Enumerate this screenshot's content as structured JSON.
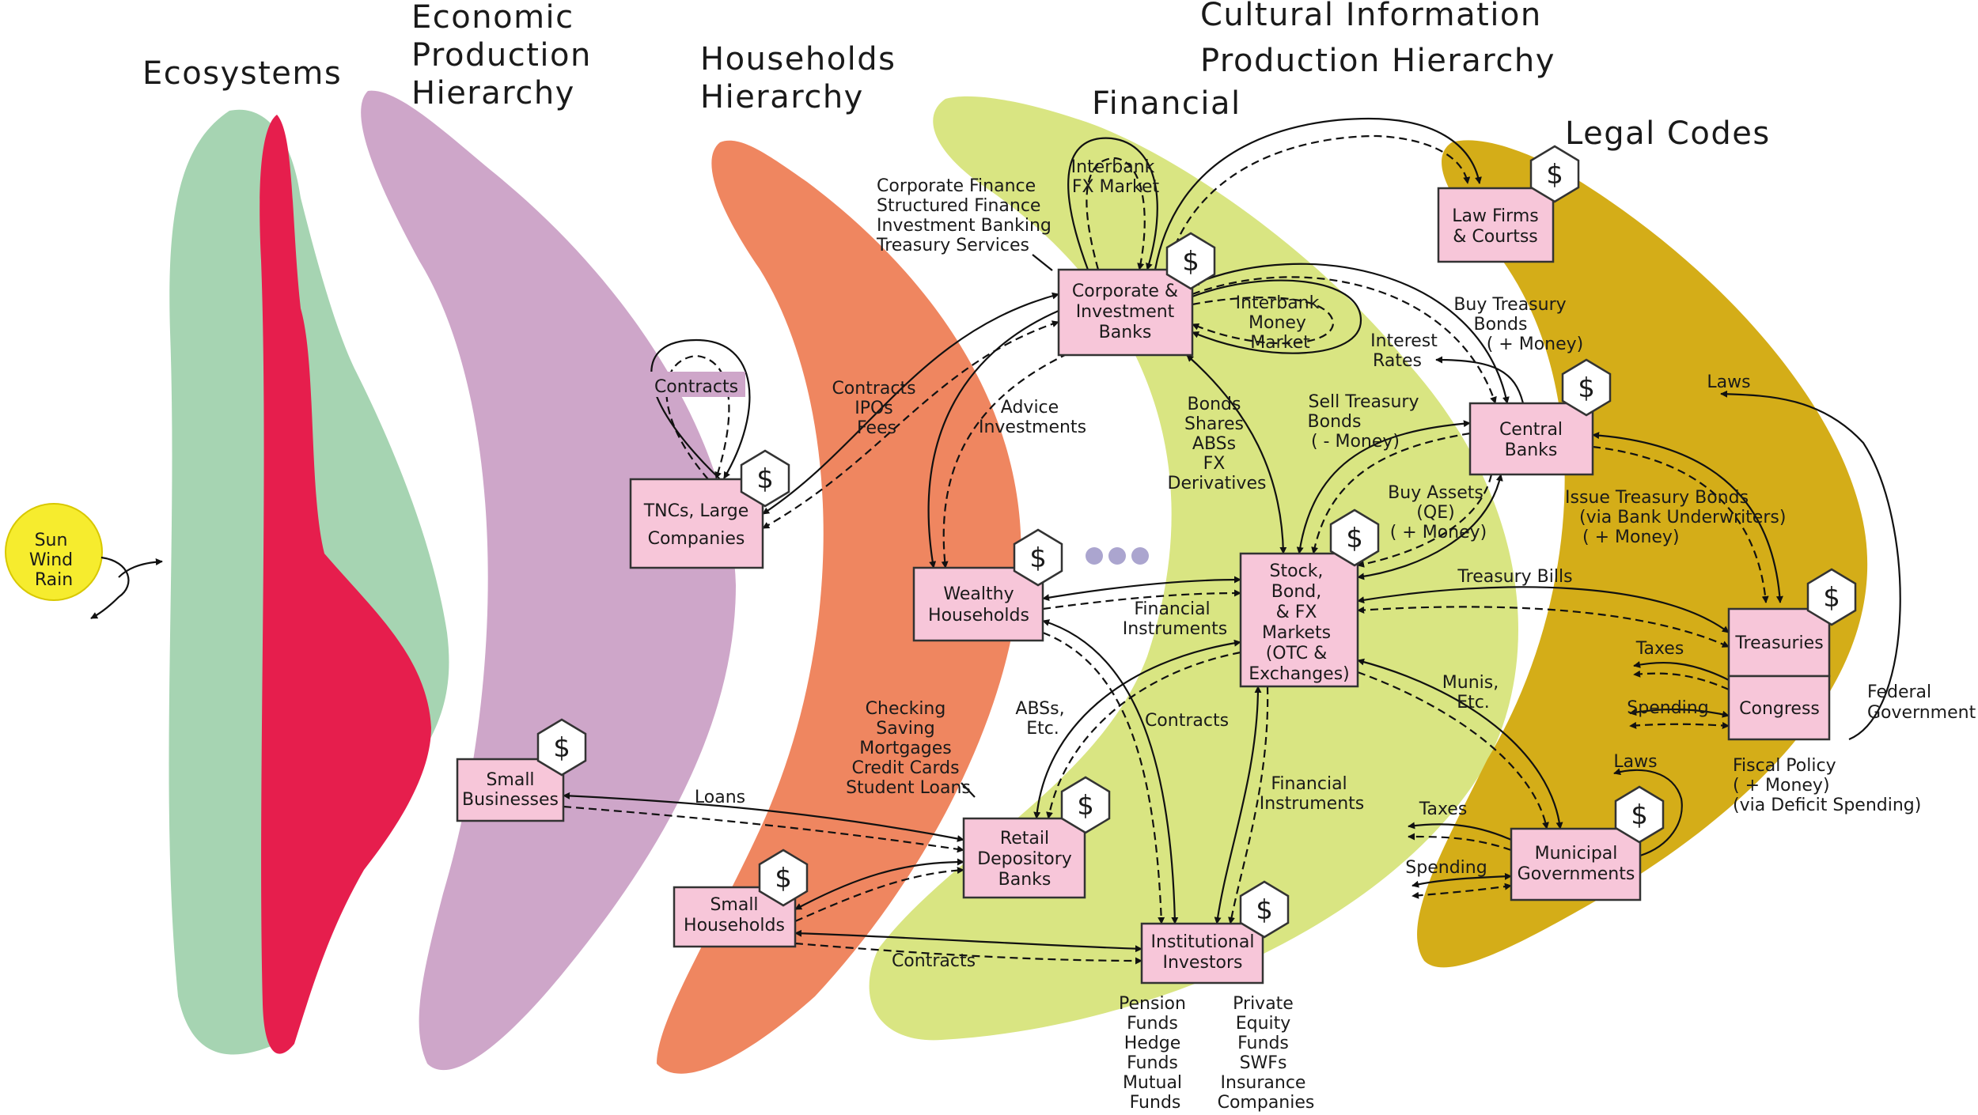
{
  "colors": {
    "ecosystems_green": "#a6d4b2",
    "ecosystems_red": "#e61e4d",
    "economic_purple": "#cea6c9",
    "households_orange": "#ef8660",
    "financial_lime": "#d9e582",
    "legal_gold": "#d4ad18",
    "sun_yellow": "#f6ec2e",
    "node_pink": "#f7c6d9",
    "ellipsis_lavender": "#aba5cf"
  },
  "hierarchies": {
    "ecosystems": "Ecosystems",
    "economic": [
      "Economic",
      "Production",
      "Hierarchy"
    ],
    "households": [
      "Households",
      "Hierarchy"
    ],
    "cultural": [
      "Cultural Information",
      "Production Hierarchy"
    ],
    "financial": "Financial",
    "legal": "Legal Codes"
  },
  "sun": [
    "Sun",
    "Wind",
    "Rain"
  ],
  "currency_symbol": "$",
  "nodes": {
    "tncs": [
      "TNCs, Large",
      "Companies"
    ],
    "small_businesses": [
      "Small",
      "Businesses"
    ],
    "wealthy_households": [
      "Wealthy",
      "Households"
    ],
    "small_households": [
      "Small",
      "Households"
    ],
    "corporate_banks": [
      "Corporate &",
      "Investment",
      "Banks"
    ],
    "retail_banks": [
      "Retail",
      "Depository",
      "Banks"
    ],
    "institutional_investors": [
      "Institutional",
      "Investors"
    ],
    "markets": [
      "Stock,",
      "Bond,",
      "& FX",
      "Markets",
      "(OTC &",
      "Exchanges)"
    ],
    "central_banks": [
      "Central",
      "Banks"
    ],
    "law_firms": [
      "Law Firms",
      "& Courtss"
    ],
    "treasuries": "Treasuries",
    "congress": "Congress",
    "municipal": [
      "Municipal",
      "Governments"
    ]
  },
  "labels": {
    "contracts_loop": "Contracts",
    "contracts_ipos_fees": [
      "Contracts",
      "IPOs",
      "Fees"
    ],
    "advice_investments": [
      "Advice",
      "Investments"
    ],
    "loans": "Loans",
    "checking_list": [
      "Checking",
      "Saving",
      "Mortgages",
      "Credit Cards",
      "Student Loans"
    ],
    "contracts_bottom": "Contracts",
    "corporate_services": [
      "Corporate Finance",
      "Structured Finance",
      "Investment Banking",
      "Treasury Services"
    ],
    "interbank_fx": [
      "Interbank",
      "FX Market"
    ],
    "interbank_money": [
      "Interbank",
      "Money",
      "Market"
    ],
    "bonds_list": [
      "Bonds",
      "Shares",
      "ABSs",
      "FX",
      "Derivatives"
    ],
    "financial_instruments_1": [
      "Financial",
      "Instruments"
    ],
    "abss_etc": [
      "ABSs,",
      "Etc."
    ],
    "contracts_mid": "Contracts",
    "financial_instruments_2": [
      "Financial",
      "Instruments"
    ],
    "pension_list": [
      "Pension",
      "Funds",
      "Hedge",
      "Funds",
      "Mutual",
      "Funds"
    ],
    "private_list": [
      "Private",
      "Equity",
      "Funds",
      "SWFs",
      "Insurance",
      "Companies"
    ],
    "buy_treasury": [
      "Buy Treasury",
      "Bonds",
      "( + Money)"
    ],
    "interest_rates": [
      "Interest",
      "Rates"
    ],
    "sell_treasury": [
      "Sell Treasury",
      "Bonds",
      "( - Money)"
    ],
    "buy_assets": [
      "Buy Assets",
      "(QE)",
      "( + Money)"
    ],
    "treasury_bills": "Treasury Bills",
    "munis_etc": [
      "Munis,",
      "Etc."
    ],
    "laws_top": "Laws",
    "issue_treasury": [
      "Issue Treasury Bonds",
      "(via Bank Underwriters)",
      "( + Money)"
    ],
    "taxes_fed": "Taxes",
    "spending_fed": "Spending",
    "federal_government": [
      "Federal",
      "Government"
    ],
    "fiscal_policy": [
      "Fiscal Policy",
      "( + Money)",
      "(via Deficit Spending)"
    ],
    "laws_muni": "Laws",
    "taxes_muni": "Taxes",
    "spending_muni": "Spending"
  }
}
